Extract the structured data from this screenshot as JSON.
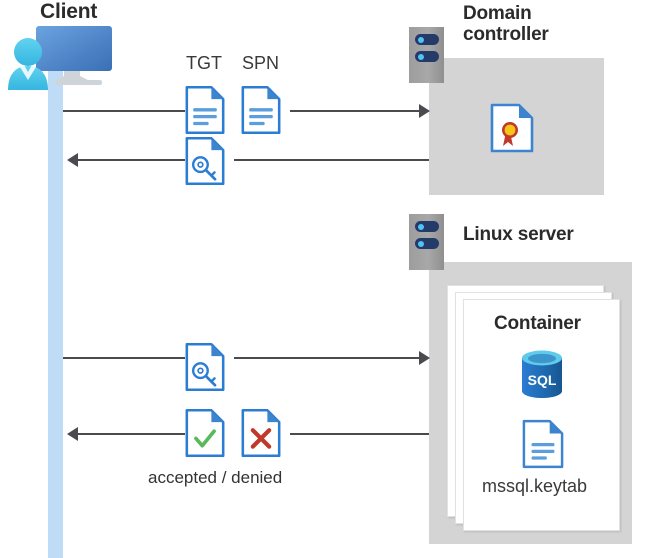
{
  "diagram": {
    "title_client": "Client",
    "title_domain_controller": "Domain\ncontroller",
    "title_domain_controller_line1": "Domain",
    "title_domain_controller_line2": "controller",
    "title_linux_server": "Linux server",
    "title_container": "Container"
  },
  "labels": {
    "tgt": "TGT",
    "spn": "SPN",
    "accepted_denied": "accepted / denied",
    "keytab_file": "mssql.keytab",
    "sql_badge": "SQL"
  },
  "icons": {
    "client": "client-workstation-icon",
    "tgt_doc": "document-lines-icon",
    "spn_doc": "document-lines-icon",
    "ticket_key_doc": "document-key-icon",
    "request_key_doc": "document-key-icon",
    "accepted_doc": "document-check-icon",
    "denied_doc": "document-cross-icon",
    "certificate": "document-certificate-icon",
    "sql_database": "sql-database-icon",
    "keytab_doc": "document-lines-icon",
    "server_rack_dc": "server-rack-icon",
    "server_rack_linux": "server-rack-icon"
  },
  "flows": [
    {
      "id": "flow-1",
      "direction": "right",
      "from": "client",
      "to": "domain-controller",
      "payload": "TGT + SPN"
    },
    {
      "id": "flow-2",
      "direction": "left",
      "from": "domain-controller",
      "to": "client",
      "payload": "service ticket"
    },
    {
      "id": "flow-3",
      "direction": "right",
      "from": "client",
      "to": "linux-server",
      "payload": "service ticket"
    },
    {
      "id": "flow-4",
      "direction": "left",
      "from": "linux-server",
      "to": "client",
      "payload": "accepted / denied"
    }
  ],
  "colors": {
    "accent_blue": "#2b7cd3",
    "doc_fold": "#3d84cf",
    "lifeline": "#bfdcf7",
    "panel_gray": "#d4d4d4",
    "server_gray": "#9d9d9d",
    "arrow": "#4a4a4f",
    "title_text": "#2b2b2b",
    "check_green": "#5cb85c",
    "cross_red": "#c0392b",
    "cert_red": "#c0392b",
    "cert_gold": "#f5c518",
    "sql_blue": "#1f6bb0"
  }
}
